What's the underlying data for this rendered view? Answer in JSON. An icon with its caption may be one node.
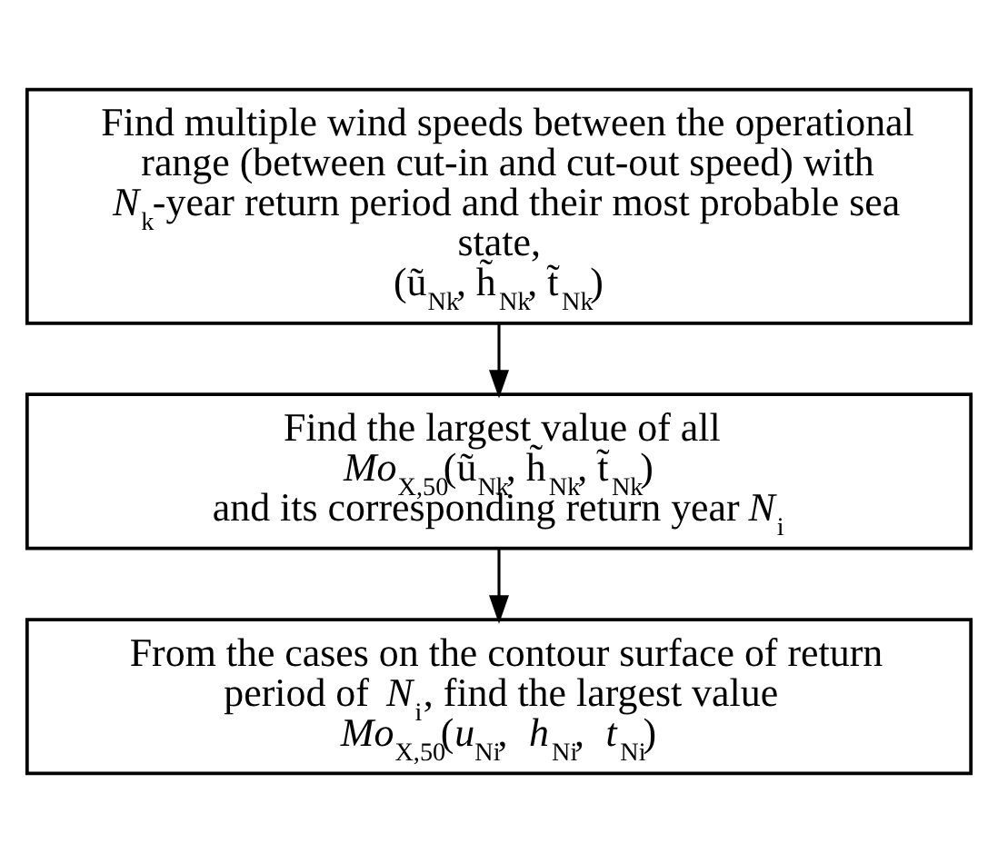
{
  "diagram": {
    "nodes": [
      {
        "text": [
          "Find multiple wind speeds between the operational range (between cut-in and cut-out speed) with *N*$_{k}$-year return period and their most probable sea state,",
          "(ũ$_{Nk}$, h̃$_{Nk}$, t̃$_{Nk}$)"
        ]
      },
      {
        "text": [
          "Find the largest value of all",
          "*Mo*$_{X,50}$(ũ$_{Nk}$, h̃$_{Nk}$, t̃$_{Nk}$)",
          "and its corresponding return year *N*$_{i}$"
        ]
      },
      {
        "text": [
          "From the cases on the contour surface of return period of *N*$_{i}$, find the largest value",
          "*Mo*$_{X,50}$(*u*$_{Ni}$, *h*$_{Ni}$, *t*$_{Ni}$)"
        ]
      }
    ],
    "edges": [
      {
        "from": 0,
        "to": 1,
        "arrow": "to"
      },
      {
        "from": 1,
        "to": 2,
        "arrow": "to"
      }
    ]
  }
}
